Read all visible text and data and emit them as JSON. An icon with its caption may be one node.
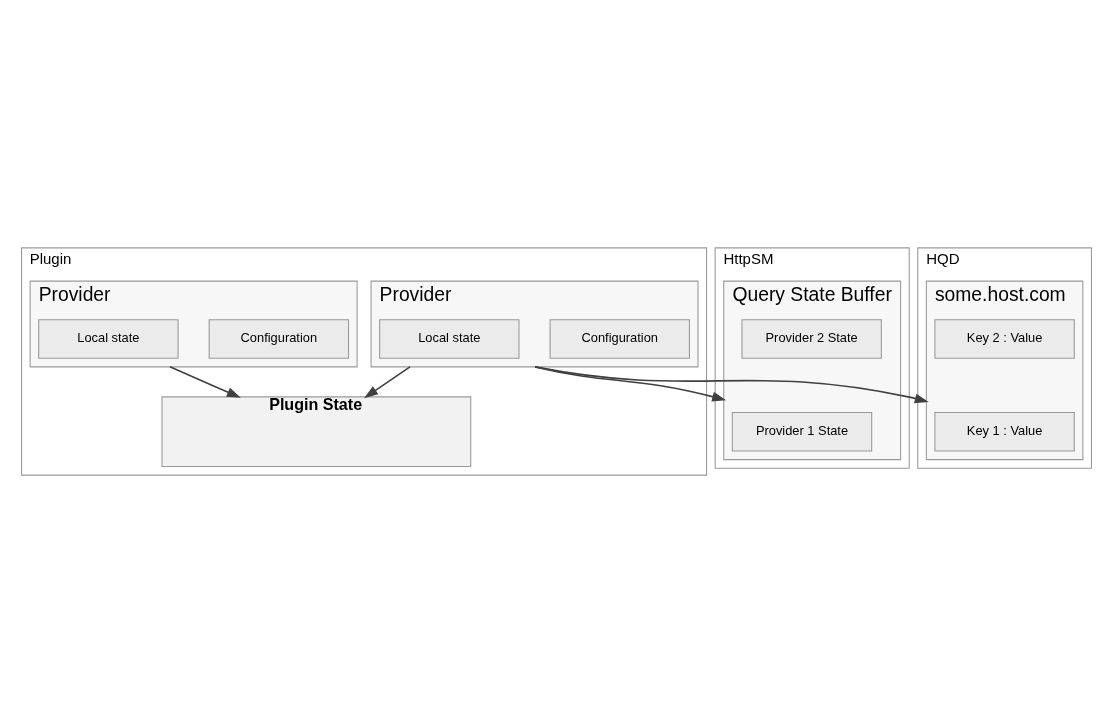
{
  "diagram": {
    "nodes": [
      {
        "text": [
          "Plugin"
        ]
      },
      {
        "text": [
          "Provider"
        ],
        "in": 0
      },
      {
        "text": [
          "Configuration"
        ],
        "in": 1
      },
      {
        "text": [
          "Local state"
        ],
        "in": 1
      },
      {
        "text": [
          "Provider"
        ],
        "in": 0
      },
      {
        "text": [
          "Configuration"
        ],
        "in": 4
      },
      {
        "text": [
          "Local state"
        ],
        "in": 4
      },
      {
        "text": [
          "Plugin State"
        ],
        "in": 0
      },
      {
        "text": [
          "HttpSM"
        ]
      },
      {
        "text": [
          "Query State Buffer"
        ],
        "in": 8
      },
      {
        "text": [
          "Provider 1 State"
        ],
        "in": 9
      },
      {
        "text": [
          "Provider 2 State"
        ],
        "in": 9
      },
      {
        "text": [
          "HQD"
        ]
      },
      {
        "text": [
          "some.host.com"
        ],
        "in": 12
      },
      {
        "text": [
          "Key 1 : Value"
        ],
        "in": 13
      },
      {
        "text": [
          "Key 2 : Value"
        ],
        "in": 13
      }
    ],
    "edges": [
      {
        "from": 1,
        "to": 7,
        "arrow": "to"
      },
      {
        "from": 4,
        "to": 7,
        "arrow": "to"
      },
      {
        "from": 4,
        "to": 9,
        "arrow": "to"
      },
      {
        "from": 4,
        "to": 13,
        "arrow": "to"
      }
    ]
  }
}
